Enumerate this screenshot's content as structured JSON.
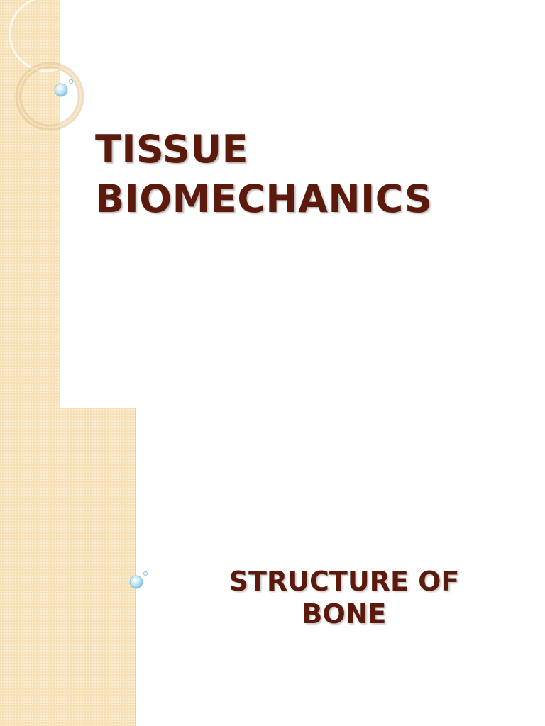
{
  "slide": {
    "title": "TISSUE\nBIOMECHANICS",
    "subtitle": "STRUCTURE OF\nBONE"
  },
  "colors": {
    "title_text": "#5b1a0c",
    "side_band": "#f6e1b7",
    "bubble": "#a9d8ee",
    "background": "#ffffff"
  },
  "decorations": {
    "rings": "concentric-rings-ornament",
    "bubbles": "bubble-ornament"
  }
}
